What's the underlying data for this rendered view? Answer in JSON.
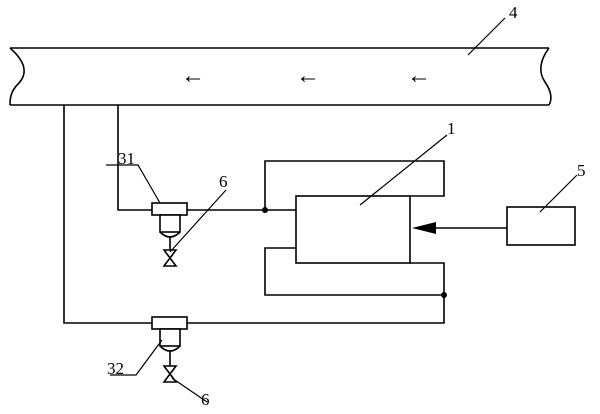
{
  "labels": {
    "pipe": "4",
    "device": "1",
    "source": "5",
    "branch_upper": "31",
    "branch_lower": "32",
    "valve_upper": "6",
    "valve_lower": "6"
  },
  "pipe_arrows": [
    "←",
    "←",
    "←"
  ]
}
